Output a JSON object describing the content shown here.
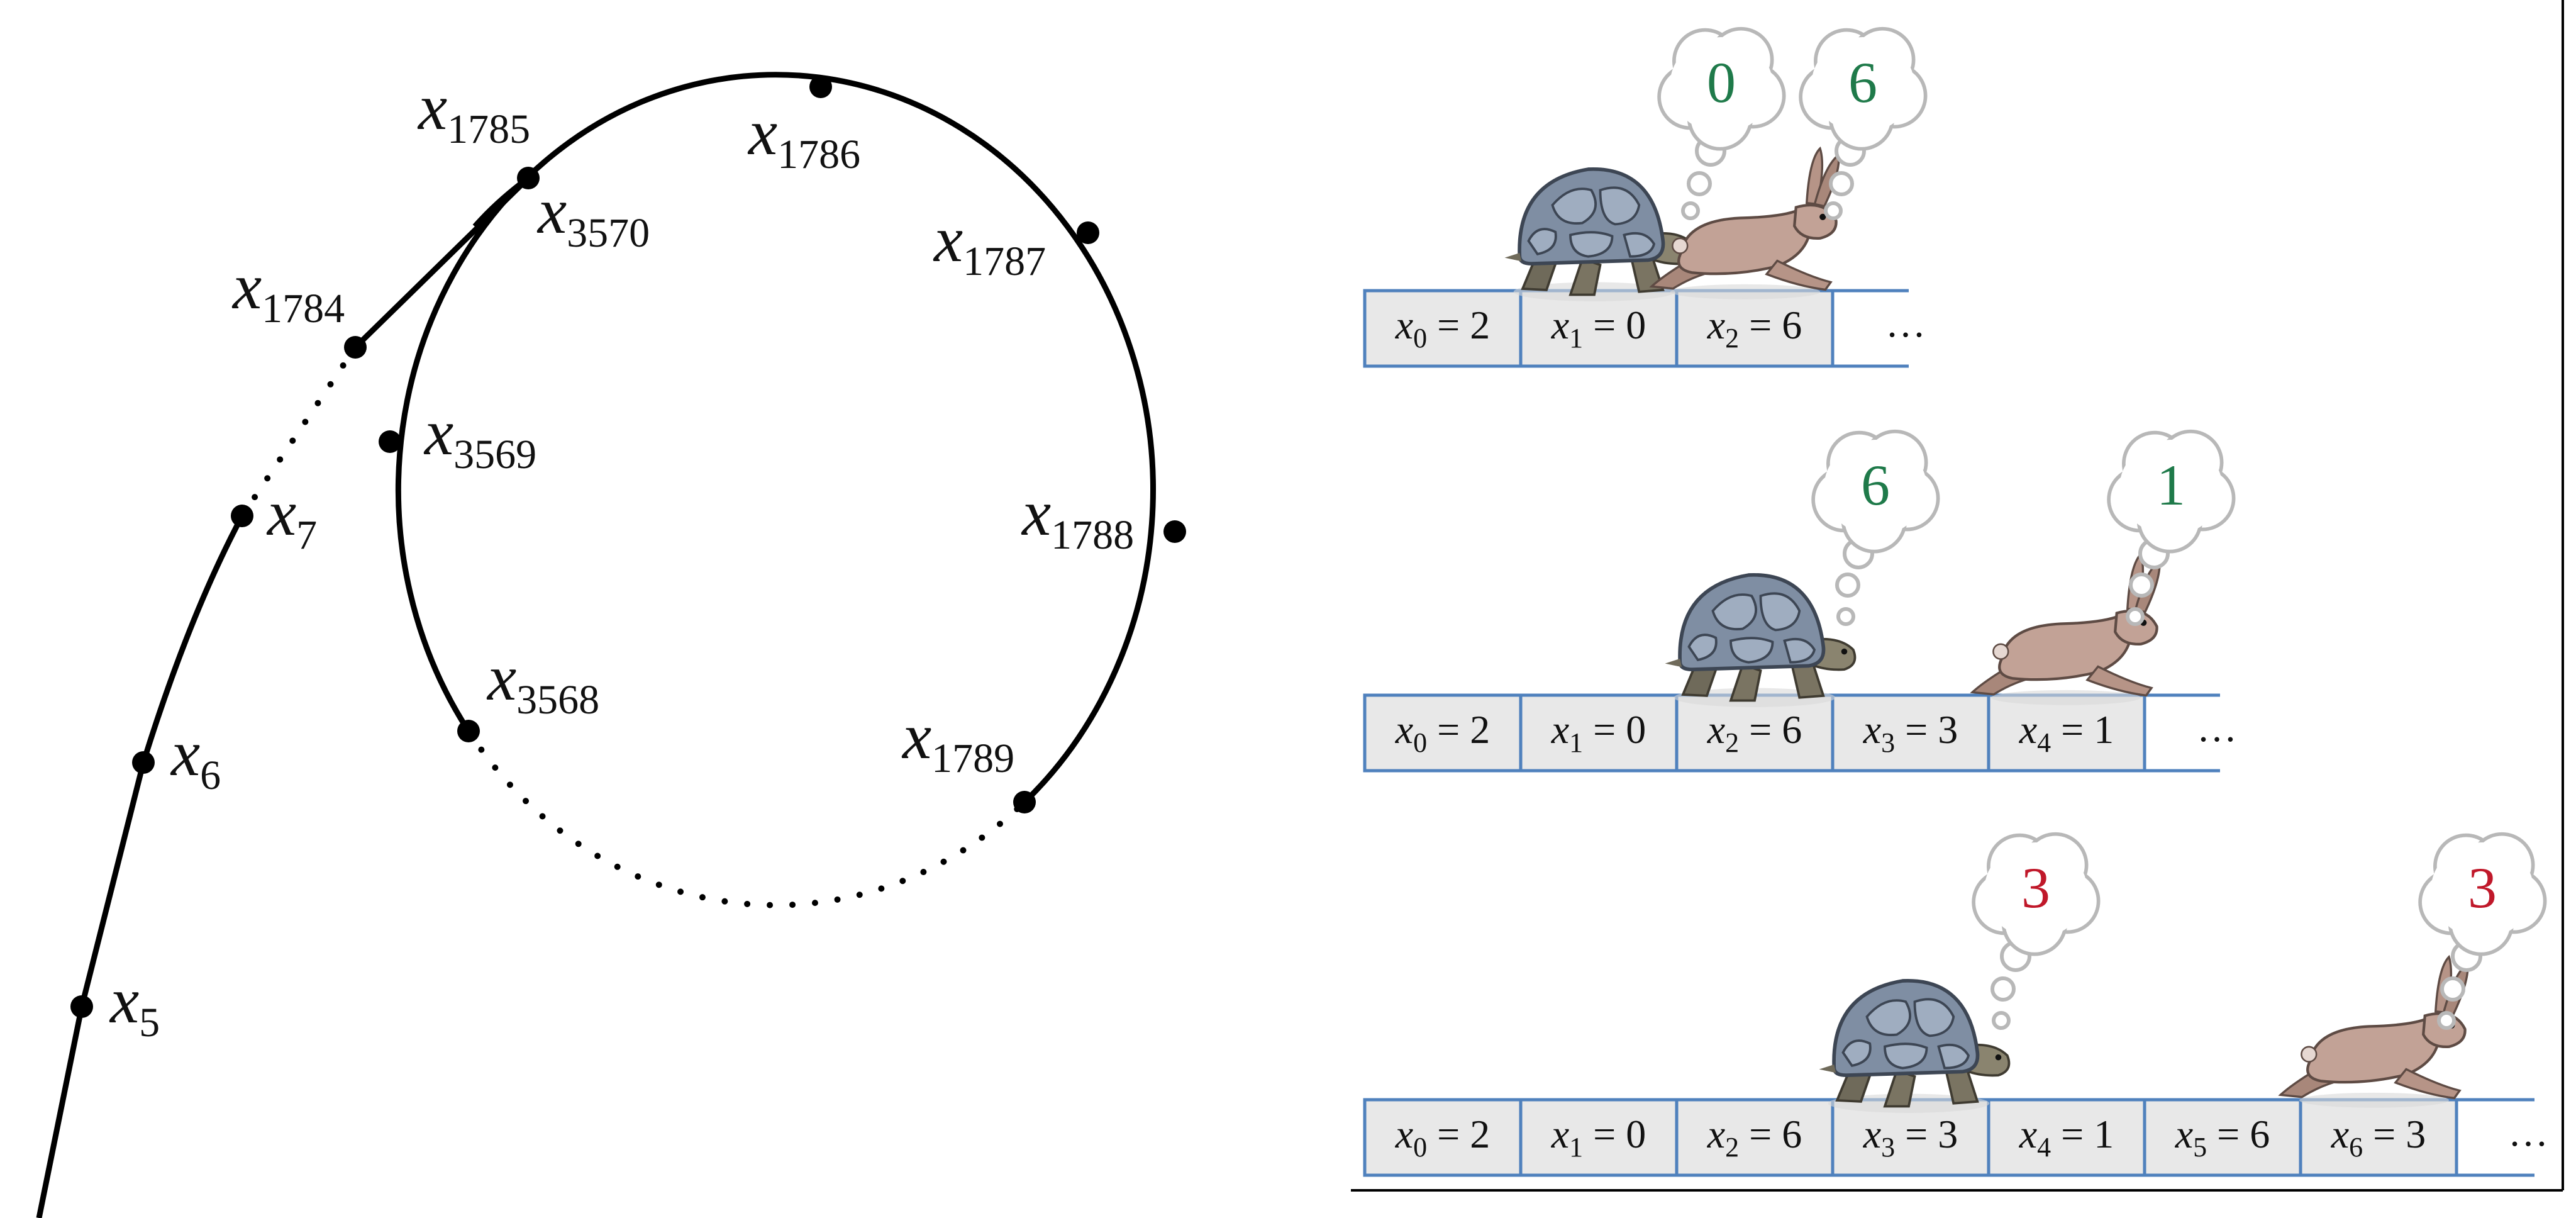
{
  "colors": {
    "thought_green": "#1f7a4a",
    "thought_red": "#c0182a",
    "cell_fill": "#e8e8e8",
    "cell_border": "#4f81bd",
    "bubble_stroke": "#b8b8b8"
  },
  "rho": {
    "labels": [
      {
        "name": "x-5",
        "base": "x",
        "sub": "5"
      },
      {
        "name": "x-6",
        "base": "x",
        "sub": "6"
      },
      {
        "name": "x-7",
        "base": "x",
        "sub": "7"
      },
      {
        "name": "x-1784",
        "base": "x",
        "sub": "1784"
      },
      {
        "name": "x-1785",
        "base": "x",
        "sub": "1785"
      },
      {
        "name": "x-3570",
        "base": "x",
        "sub": "3570"
      },
      {
        "name": "x-1786",
        "base": "x",
        "sub": "1786"
      },
      {
        "name": "x-1787",
        "base": "x",
        "sub": "1787"
      },
      {
        "name": "x-3569",
        "base": "x",
        "sub": "3569"
      },
      {
        "name": "x-1788",
        "base": "x",
        "sub": "1788"
      },
      {
        "name": "x-3568",
        "base": "x",
        "sub": "3568"
      },
      {
        "name": "x-1789",
        "base": "x",
        "sub": "1789"
      }
    ]
  },
  "rows": [
    {
      "cells": [
        {
          "var": "x",
          "sub": "0",
          "eq": " = 2"
        },
        {
          "var": "x",
          "sub": "1",
          "eq": " = 0"
        },
        {
          "var": "x",
          "sub": "2",
          "eq": " = 6"
        }
      ],
      "ellipsis": "…",
      "tortoise_thought": "0",
      "hare_thought": "6",
      "thought_color": "green"
    },
    {
      "cells": [
        {
          "var": "x",
          "sub": "0",
          "eq": " = 2"
        },
        {
          "var": "x",
          "sub": "1",
          "eq": " = 0"
        },
        {
          "var": "x",
          "sub": "2",
          "eq": " = 6"
        },
        {
          "var": "x",
          "sub": "3",
          "eq": " = 3"
        },
        {
          "var": "x",
          "sub": "4",
          "eq": " = 1"
        }
      ],
      "ellipsis": "…",
      "tortoise_thought": "6",
      "hare_thought": "1",
      "thought_color": "green"
    },
    {
      "cells": [
        {
          "var": "x",
          "sub": "0",
          "eq": " = 2"
        },
        {
          "var": "x",
          "sub": "1",
          "eq": " = 0"
        },
        {
          "var": "x",
          "sub": "2",
          "eq": " = 6"
        },
        {
          "var": "x",
          "sub": "3",
          "eq": " = 3"
        },
        {
          "var": "x",
          "sub": "4",
          "eq": " = 1"
        },
        {
          "var": "x",
          "sub": "5",
          "eq": " = 6"
        },
        {
          "var": "x",
          "sub": "6",
          "eq": " = 3"
        }
      ],
      "ellipsis": "…",
      "tortoise_thought": "3",
      "hare_thought": "3",
      "thought_color": "red"
    }
  ]
}
